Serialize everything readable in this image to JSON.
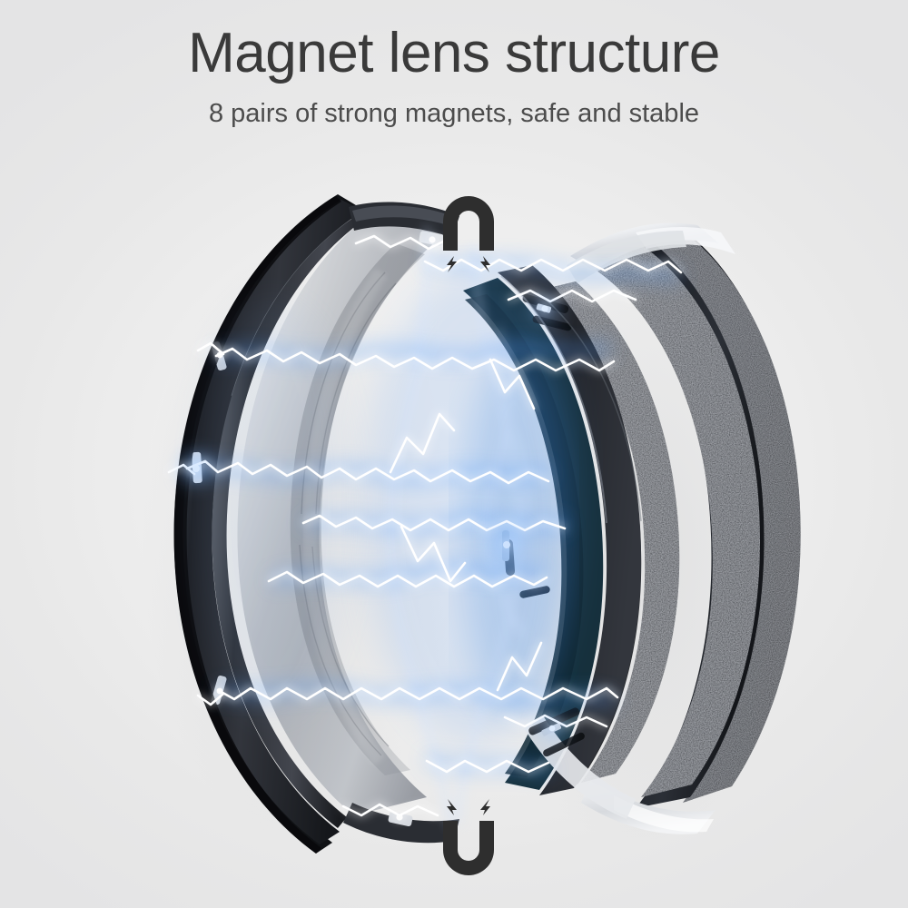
{
  "background": {
    "base_color": "#eeeeee",
    "vignette_color": "#e4e4e5"
  },
  "header": {
    "title": "Magnet lens structure",
    "subtitle": "8 pairs of strong magnets, safe and stable",
    "title_color": "#3a3a3a",
    "subtitle_color": "#4c4c4c"
  },
  "badges": {
    "top": {
      "icon": "horseshoe-magnet-icon",
      "spark_icon": "lightning-bolt-icon",
      "orientation": "down"
    },
    "bottom": {
      "icon": "horseshoe-magnet-icon",
      "spark_icon": "lightning-bolt-icon",
      "orientation": "up"
    },
    "magnet_color": "#2e2e2e"
  },
  "product": {
    "left_part_name": "magnetic-lens-shield",
    "right_part_name": "vr-headset-body",
    "effect_name": "magnetic-attraction-arcs",
    "colors": {
      "shell_dark": "#22242a",
      "shell_mid": "#33363d",
      "lens_glass": "#b9bcc1",
      "foam_gray": "#3b3e45",
      "silver_accent": "#e9ebee",
      "arc_core": "#ffffff",
      "arc_glow": "#7fb4ff",
      "arc_deep": "#1b4f8f"
    }
  }
}
